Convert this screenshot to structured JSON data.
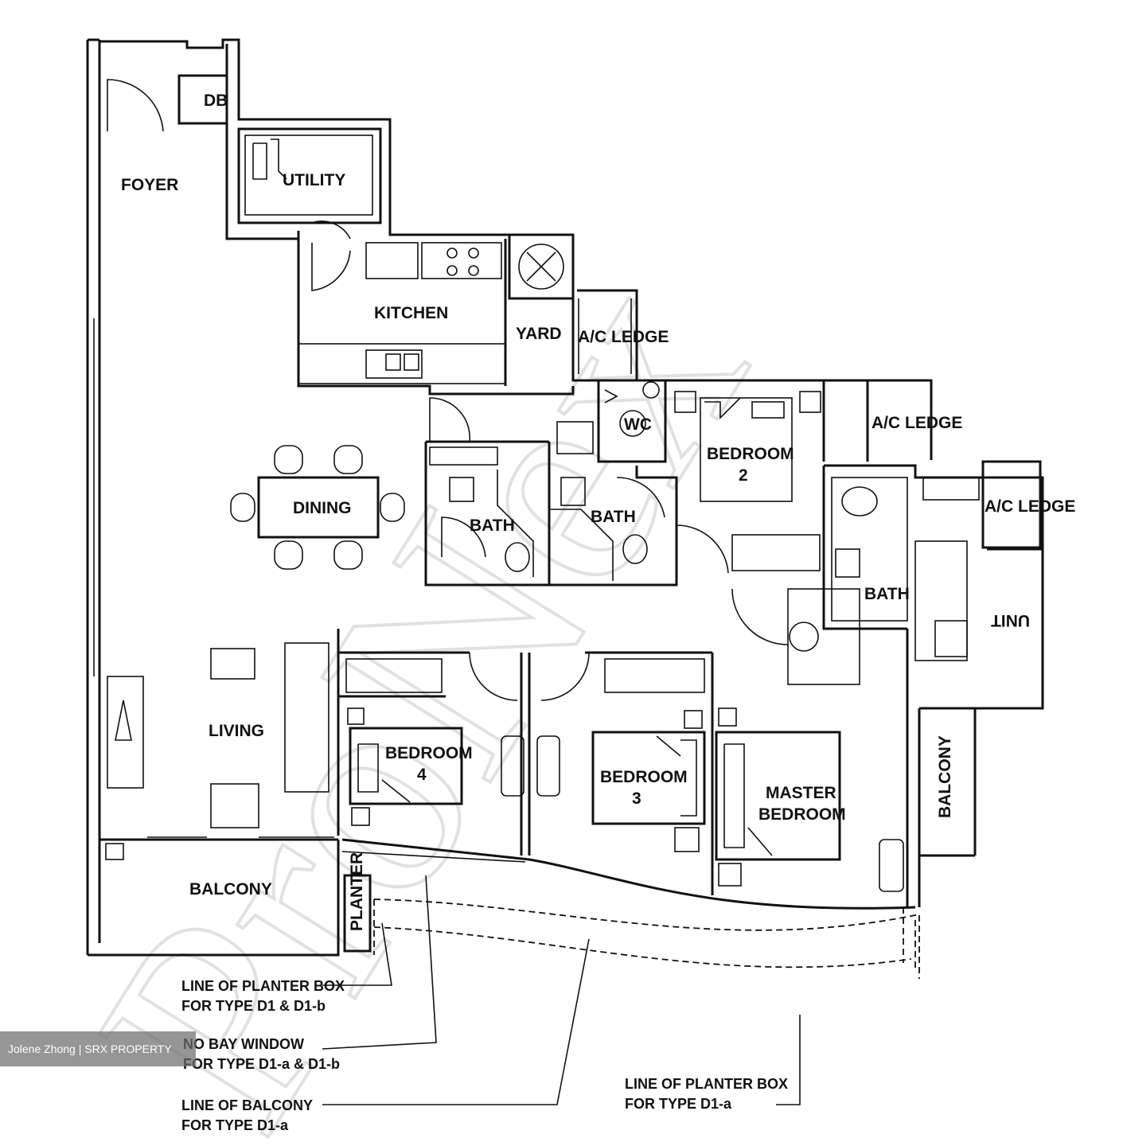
{
  "rooms": {
    "db": "DB",
    "foyer": "FOYER",
    "utility": "UTILITY",
    "kitchen": "KITCHEN",
    "yard": "YARD",
    "ac_ledge_1": "A/C LEDGE",
    "ac_ledge_2": "A/C LEDGE",
    "ac_ledge_3": "A/C LEDGE",
    "wc": "WC",
    "bedroom2_line1": "BEDROOM",
    "bedroom2_line2": "2",
    "dining": "DINING",
    "bath_1": "BATH",
    "bath_2": "BATH",
    "bath_3": "BATH",
    "living": "LIVING",
    "bedroom4_line1": "BEDROOM",
    "bedroom4_line2": "4",
    "bedroom3_line1": "BEDROOM",
    "bedroom3_line2": "3",
    "master_line1": "MASTER",
    "master_line2": "BEDROOM",
    "balcony_left": "BALCONY",
    "balcony_right": "BALCONY",
    "planter": "PLANTER",
    "mirrored_label": "UNIT"
  },
  "notes": {
    "planter_line1": "LINE OF PLANTER BOX",
    "planter_line2": "FOR TYPE D1 & D1-b",
    "bay_line1": "NO BAY WINDOW",
    "bay_line2": "FOR TYPE D1-a & D1-b",
    "balcony_line1": "LINE OF BALCONY",
    "balcony_line2": "FOR TYPE D1-a",
    "planter_a_line1": "LINE OF PLANTER BOX",
    "planter_a_line2": "FOR TYPE D1-a"
  },
  "watermark": "ProNex",
  "credit": "Jolene Zhong | SRX PROPERTY"
}
